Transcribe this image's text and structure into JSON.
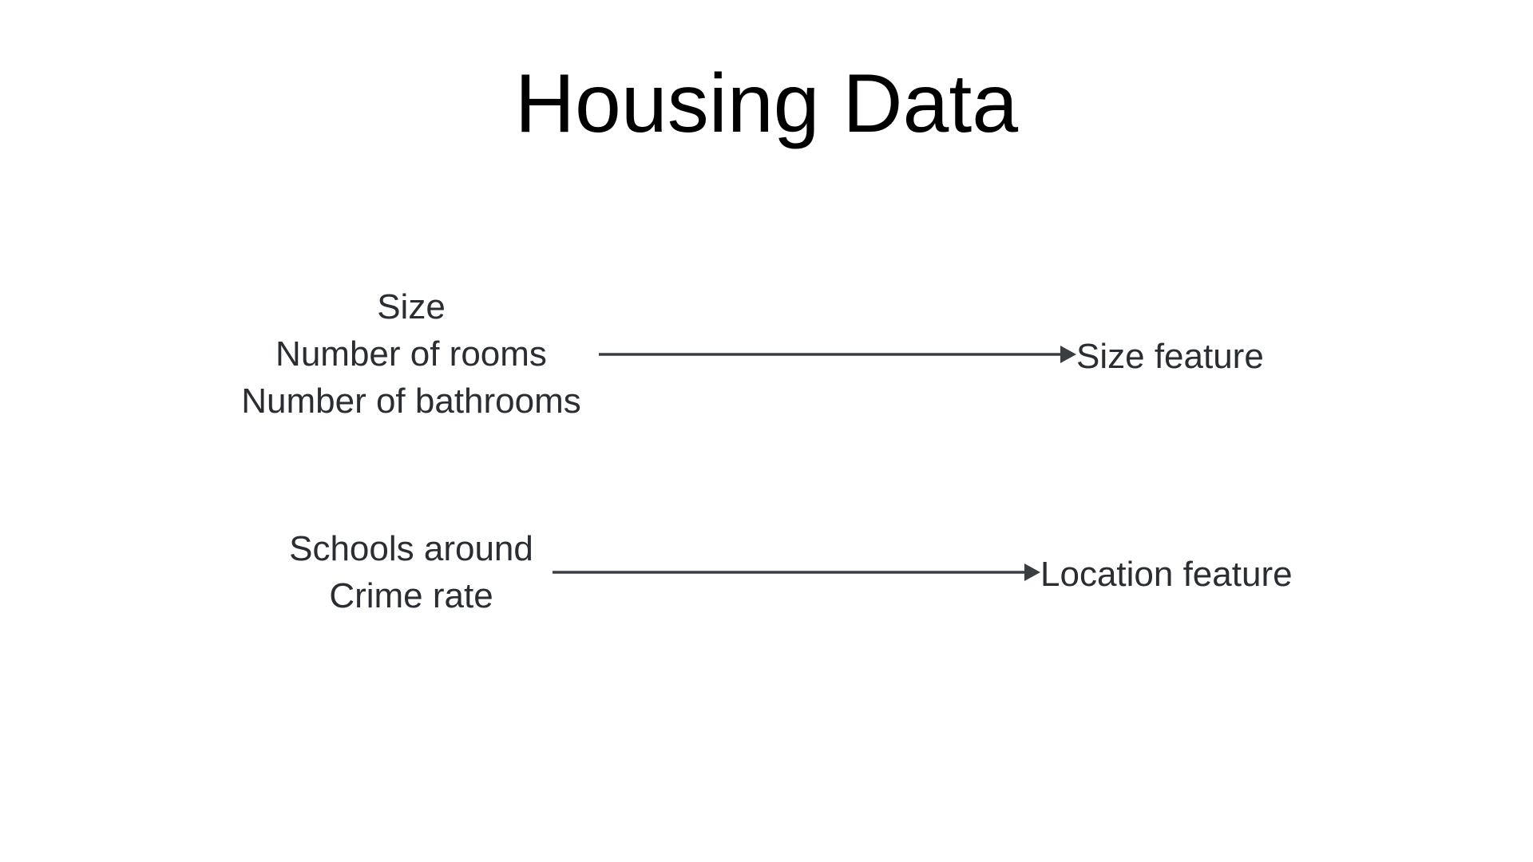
{
  "title": "Housing Data",
  "groups": [
    {
      "inputs": [
        "Size",
        "Number of rooms",
        "Number of bathrooms"
      ],
      "output": "Size feature"
    },
    {
      "inputs": [
        "Schools around",
        "Crime rate"
      ],
      "output": "Location feature"
    }
  ],
  "colors": {
    "text": "#2a2e33",
    "title": "#000000",
    "arrow": "#3a3e43",
    "background": "#ffffff"
  }
}
